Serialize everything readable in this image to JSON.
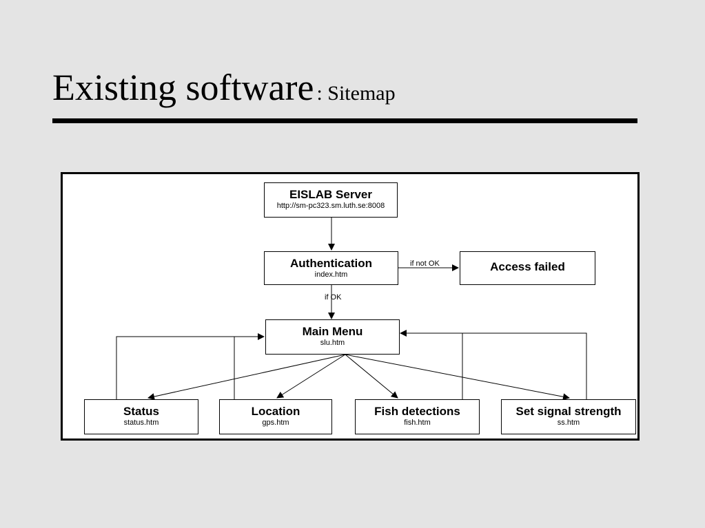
{
  "slide": {
    "title": "Existing software",
    "subtitle": ": Sitemap"
  },
  "diagram": {
    "nodes": {
      "server": {
        "title": "EISLAB Server",
        "file": "http://sm-pc323.sm.luth.se:8008"
      },
      "auth": {
        "title": "Authentication",
        "file": "index.htm"
      },
      "failed": {
        "title": "Access failed"
      },
      "menu": {
        "title": "Main Menu",
        "file": "slu.htm"
      },
      "status": {
        "title": "Status",
        "file": "status.htm"
      },
      "location": {
        "title": "Location",
        "file": "gps.htm"
      },
      "fish": {
        "title": "Fish detections",
        "file": "fish.htm"
      },
      "signal": {
        "title": "Set signal strength",
        "file": "ss.htm"
      }
    },
    "edges": {
      "not_ok": "if not OK",
      "ok": "if OK"
    }
  }
}
